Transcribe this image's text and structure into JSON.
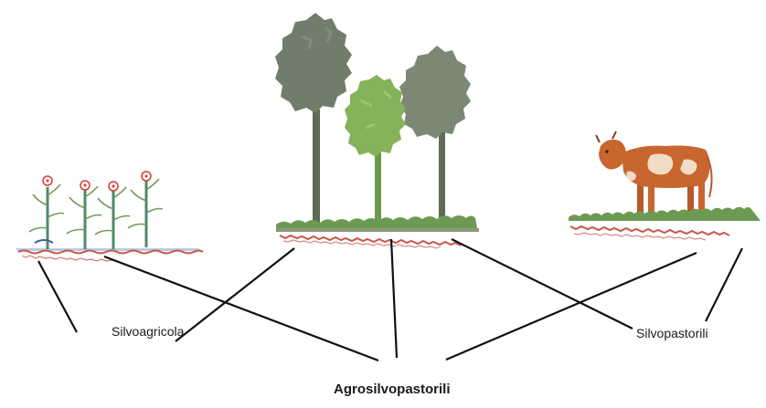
{
  "labels": {
    "silvoagricola": "Silvoagricola",
    "silvopastorili": "Silvopastorili",
    "agrosilvopastorili": "Agrosilvopastorili"
  },
  "colors": {
    "tree_dark": "#6f7d6a",
    "tree_mid": "#7c8874",
    "tree_light": "#86b25a",
    "trunk": "#5e6b57",
    "crop_stem": "#4f8a6b",
    "crop_flower": "#d83a2e",
    "cow_body": "#c9652e",
    "cow_patch": "#f1dcc6",
    "soil": "#c8564a",
    "grass": "#6d9a52",
    "line": "#111111"
  }
}
